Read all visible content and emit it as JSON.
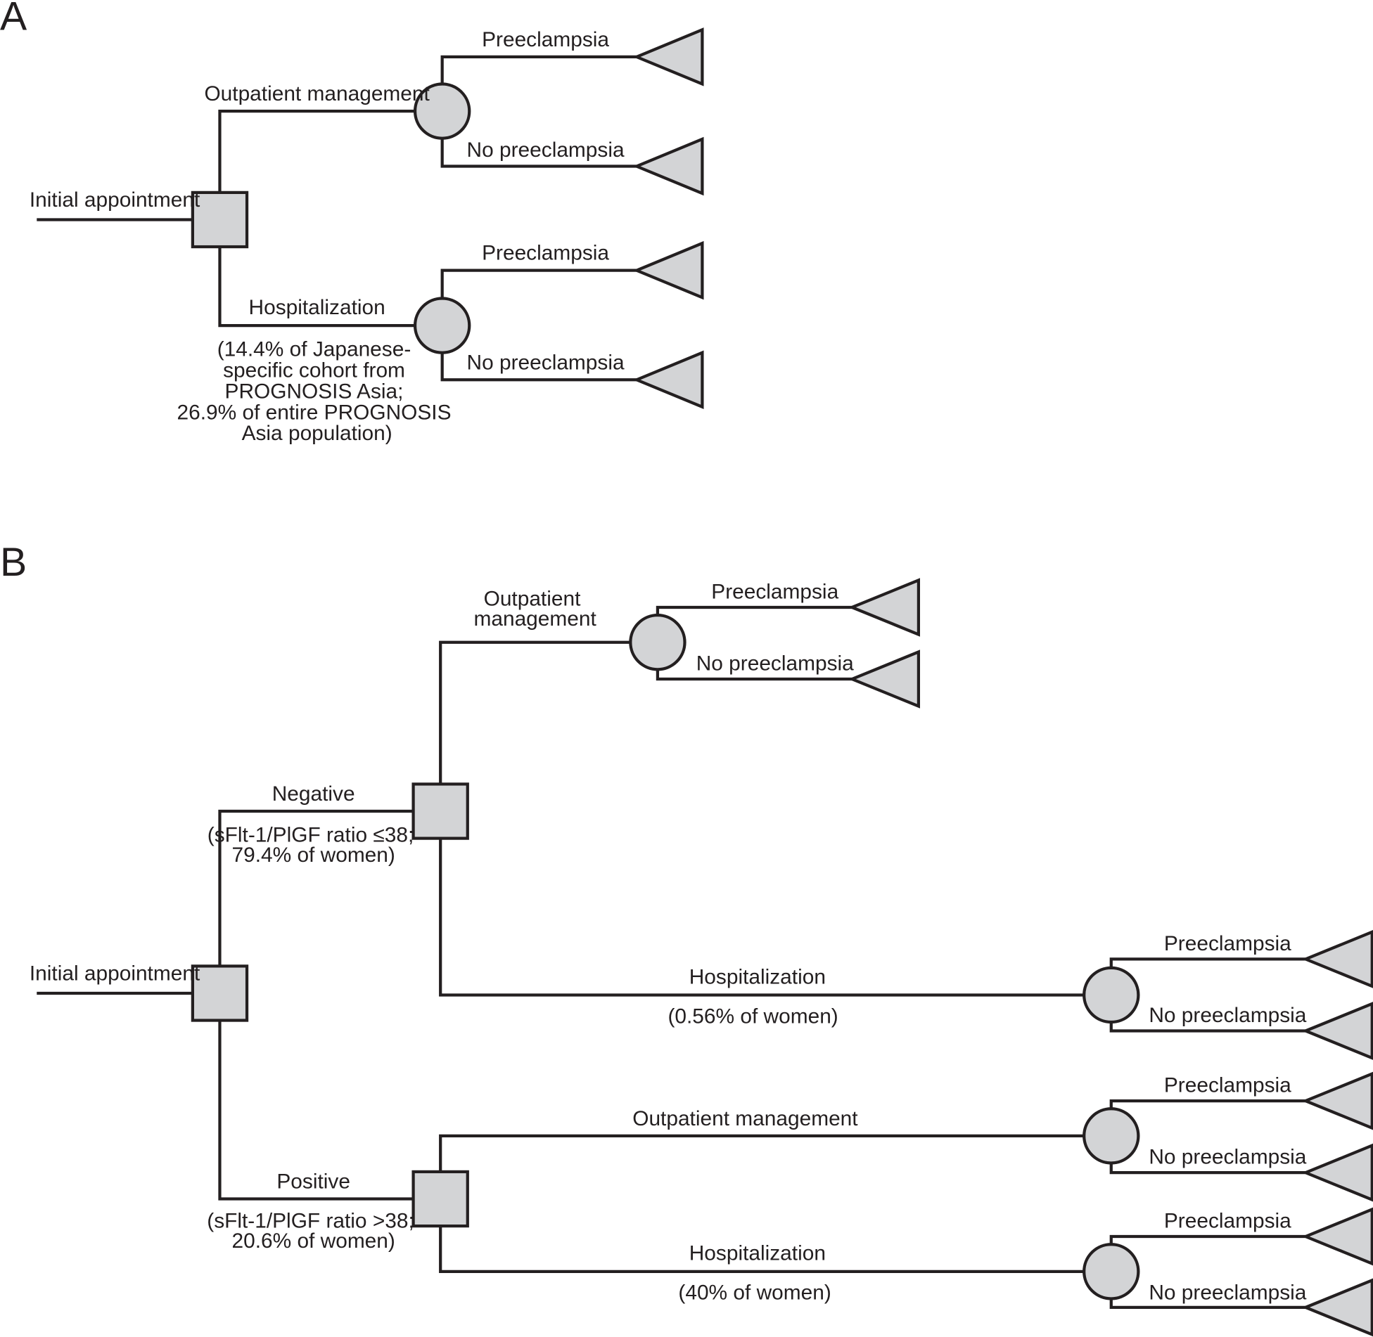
{
  "colors": {
    "node_fill": "#d3d4d6",
    "stroke": "#231f20",
    "text": "#231f20"
  },
  "panel_a": {
    "letter": "A",
    "root_label": "Initial appointment",
    "outpatient": {
      "label": "Outpatient management",
      "outcome_1": "Preeclampsia",
      "outcome_2": "No preeclampsia"
    },
    "hospital": {
      "label": "Hospitalization",
      "note": [
        "(14.4% of Japanese-",
        "specific cohort from",
        "PROGNOSIS Asia;",
        "26.9% of entire PROGNOSIS",
        "Asia population)"
      ],
      "outcome_1": "Preeclampsia",
      "outcome_2": "No preeclampsia"
    }
  },
  "panel_b": {
    "letter": "B",
    "root_label": "Initial appointment",
    "negative": {
      "label": "Negative",
      "note": [
        "(sFlt-1/PlGF ratio ≤38;",
        "79.4% of women)"
      ],
      "outpatient": {
        "label": [
          "Outpatient",
          "management"
        ],
        "outcome_1": "Preeclampsia",
        "outcome_2": "No preeclampsia"
      },
      "hospital": {
        "label": "Hospitalization",
        "note": "(0.56% of women)",
        "outcome_1": "Preeclampsia",
        "outcome_2": "No preeclampsia"
      }
    },
    "positive": {
      "label": "Positive",
      "note": [
        "(sFlt-1/PlGF ratio >38;",
        "20.6% of women)"
      ],
      "outpatient": {
        "label": "Outpatient management",
        "outcome_1": "Preeclampsia",
        "outcome_2": "No preeclampsia"
      },
      "hospital": {
        "label": "Hospitalization",
        "note": "(40% of women)",
        "outcome_1": "Preeclampsia",
        "outcome_2": "No preeclampsia"
      }
    }
  }
}
